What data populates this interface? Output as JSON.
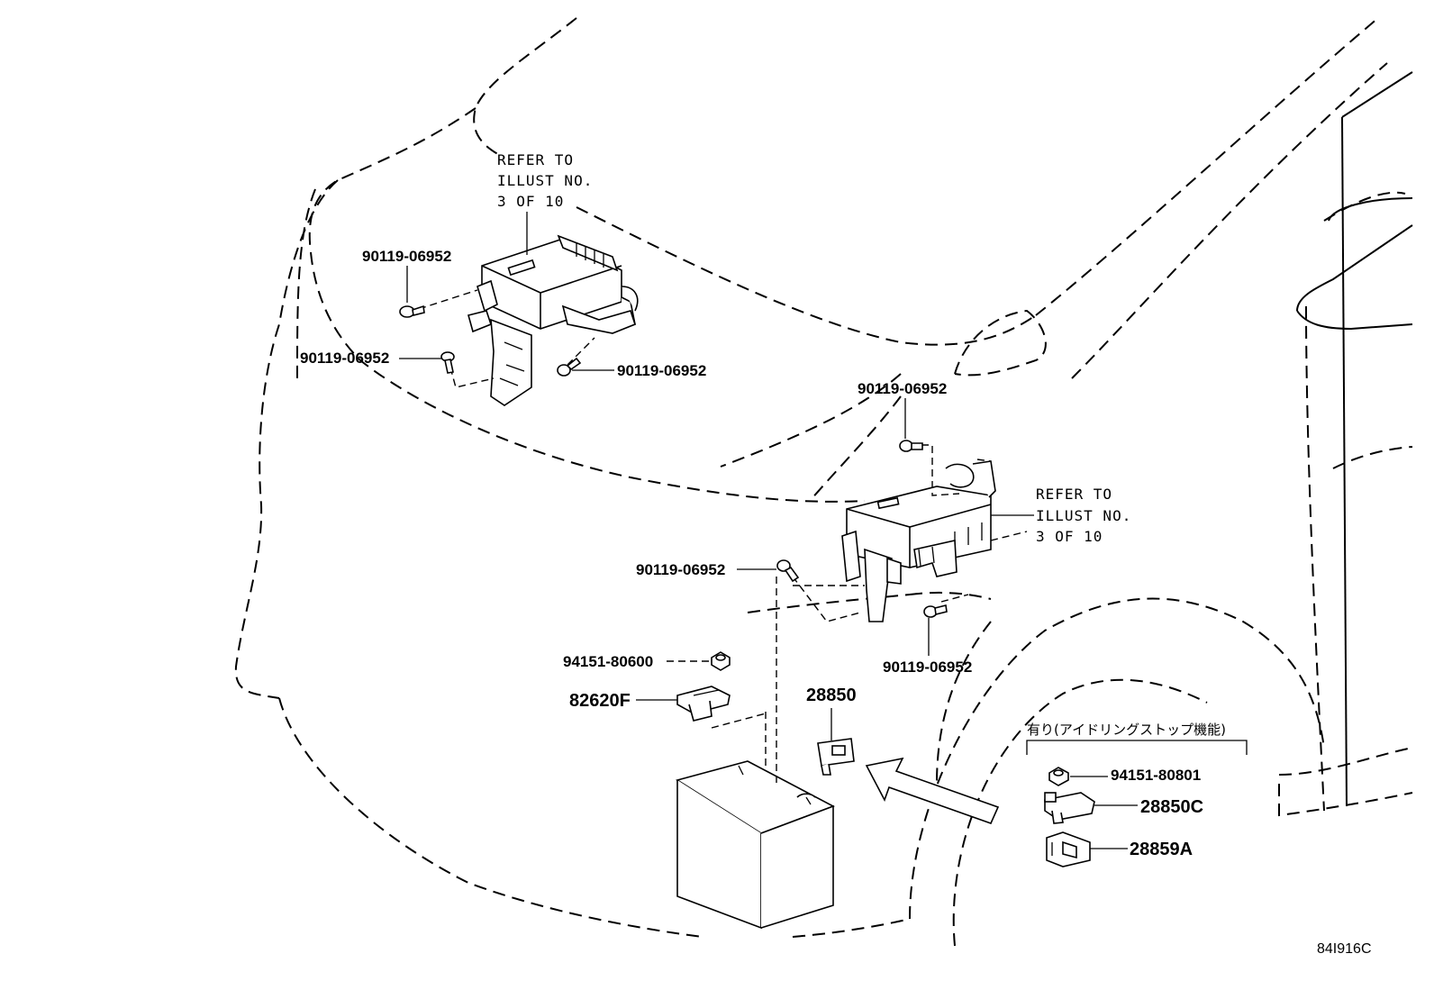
{
  "labels": {
    "upper_bolt_1": "90119-06952",
    "upper_bolt_2": "90119-06952",
    "upper_bolt_3": "90119-06952",
    "lower_bolt_1": "90119-06952",
    "lower_bolt_2": "90119-06952",
    "lower_bolt_3": "90119-06952",
    "nut_clamp": "94151-80600",
    "clamp": "82620F",
    "sensor": "28850",
    "nut_option": "94151-80801",
    "sensor_option": "28850C",
    "bracket_option": "28859A"
  },
  "ref_upper": [
    "REFER TO",
    "ILLUST NO.",
    "3 OF 10"
  ],
  "ref_lower": [
    "REFER TO",
    "ILLUST NO.",
    "3 OF 10"
  ],
  "option_title": "有り(アイドリングストップ機能)",
  "illustration_code": "84I916C"
}
